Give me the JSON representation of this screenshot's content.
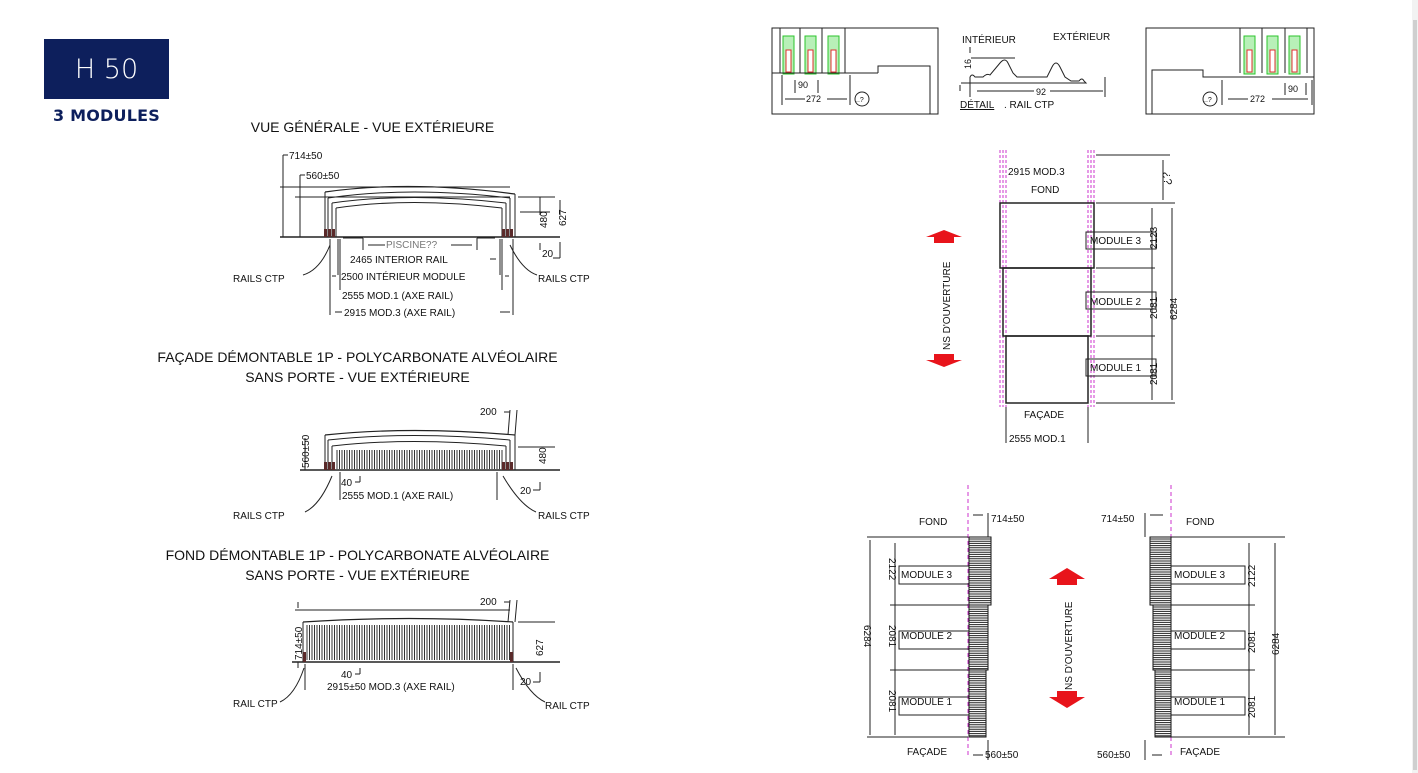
{
  "header": {
    "model": "H 50",
    "modules": "3 MODULES",
    "brand_color": "#0d1f5c"
  },
  "views": {
    "general": {
      "title": "VUE GÉNÉRALE - VUE EXTÉRIEURE",
      "dim_714": "714±50",
      "dim_560": "560±50",
      "dim_480": "480",
      "dim_627": "627",
      "dim_20": "20",
      "piscine": "PISCINE??",
      "interior_rail": "2465 INTERIOR RAIL",
      "interior_module": "2500 INTÉRIEUR MODULE",
      "mod1": "2555 MOD.1 (AXE RAIL)",
      "mod3": "2915 MOD.3 (AXE RAIL)",
      "rails_left": "RAILS CTP",
      "rails_right": "RAILS CTP"
    },
    "facade": {
      "title_line1": "FAÇADE DÉMONTABLE 1P - POLYCARBONATE ALVÉOLAIRE",
      "title_line2": "SANS PORTE - VUE EXTÉRIEURE",
      "dim_200": "200",
      "dim_560": "560±50",
      "dim_480": "480",
      "dim_40": "40",
      "dim_20": "20",
      "mod1": "2555 MOD.1 (AXE RAIL)",
      "rails_left": "RAILS CTP",
      "rails_right": "RAILS CTP"
    },
    "fond": {
      "title_line1": "FOND DÉMONTABLE 1P - POLYCARBONATE ALVÉOLAIRE",
      "title_line2": "SANS PORTE - VUE EXTÉRIEURE",
      "dim_200": "200",
      "dim_714": "714±50",
      "dim_627": "627",
      "dim_40": "40",
      "dim_20": "20",
      "mod3": "2915±50 MOD.3 (AXE RAIL)",
      "rail_left": "RAIL CTP",
      "rail_right": "RAIL CTP"
    }
  },
  "rail_detail": {
    "left_90": "90",
    "left_272": "272",
    "right_90": "90",
    "right_272": "272",
    "question": "..?",
    "interieur": "INTÉRIEUR",
    "exterieur": "EXTÉRIEUR",
    "dim_16": "16",
    "dim_92": "92",
    "detail": "DÉTAIL",
    "rail_ctp": ". RAIL CTP"
  },
  "plan_top": {
    "mod3_width": "2915 MOD.3",
    "fond": "FOND",
    "question": "¿?",
    "modules": [
      {
        "label": "MODULE 3",
        "length": "2123"
      },
      {
        "label": "MODULE 2",
        "length": "2081"
      },
      {
        "label": "MODULE 1",
        "length": "2081"
      }
    ],
    "total": "6284",
    "facade": "FAÇADE",
    "mod1_width": "2555 MOD.1",
    "opening": "NS D'OUVERTURE",
    "arrow_color": "#e8141b",
    "rail_color": "#cc33cc"
  },
  "plan_left": {
    "fond": "FOND",
    "dim_714": "714±50",
    "dim_560": "560±50",
    "facade": "FAÇADE",
    "total": "6284",
    "modules": [
      {
        "label": "MODULE 3",
        "length": "2122"
      },
      {
        "label": "MODULE 2",
        "length": "2081"
      },
      {
        "label": "MODULE 1",
        "length": "2081"
      }
    ]
  },
  "plan_right": {
    "fond": "FOND",
    "dim_714": "714±50",
    "dim_560": "560±50",
    "facade": "FAÇADE",
    "total": "6284",
    "modules": [
      {
        "label": "MODULE 3",
        "length": "2122"
      },
      {
        "label": "MODULE 2",
        "length": "2081"
      },
      {
        "label": "MODULE 1",
        "length": "2081"
      }
    ]
  },
  "opening_arrows": {
    "label": "NS D'OUVERTURE"
  }
}
